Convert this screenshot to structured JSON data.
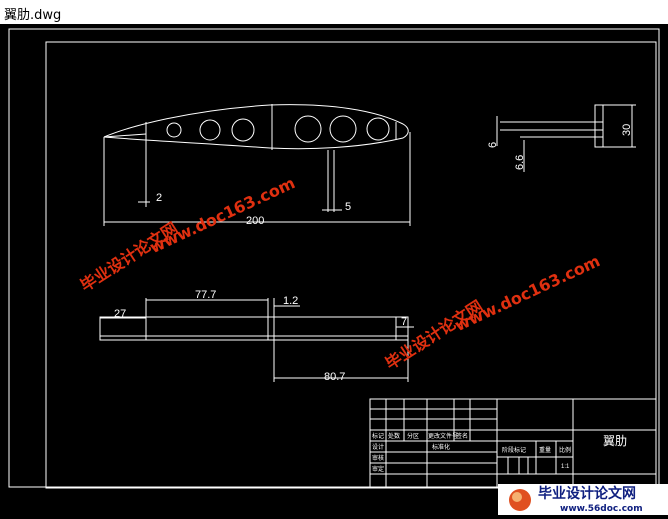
{
  "window": {
    "title": "翼肋.dwg"
  },
  "drawing": {
    "dimensions": {
      "d2": "2",
      "d5": "5",
      "d200": "200",
      "d77_7": "77.7",
      "d1_2": "1.2",
      "d27": "27",
      "d7": "7",
      "d80_7": "80.7",
      "d6": "6",
      "d6_6": "6.6",
      "d30": "30"
    },
    "title_block": {
      "part_name": "翼肋",
      "row1": [
        "标记",
        "处数",
        "分区",
        "更改文件号",
        "签名"
      ],
      "row2": [
        "设计",
        "标准化"
      ],
      "row3": [
        "审核"
      ],
      "row4": [
        "审定"
      ],
      "stage_label": "阶段标记",
      "weight_label": "重量",
      "scale_label": "比例",
      "scale_value": "1:1"
    },
    "watermarks": {
      "url1": "www.doc163.com",
      "url2": "www.doc163.com",
      "site1": "毕业设计论文网",
      "site2": "毕业设计论文网",
      "logo_text": "毕业设计论文网",
      "logo_url": "www.56doc.com"
    }
  },
  "colors": {
    "background": "#000000",
    "line": "#ffffff",
    "watermark_red": "#e03010",
    "watermark_blue": "#2040c0"
  }
}
